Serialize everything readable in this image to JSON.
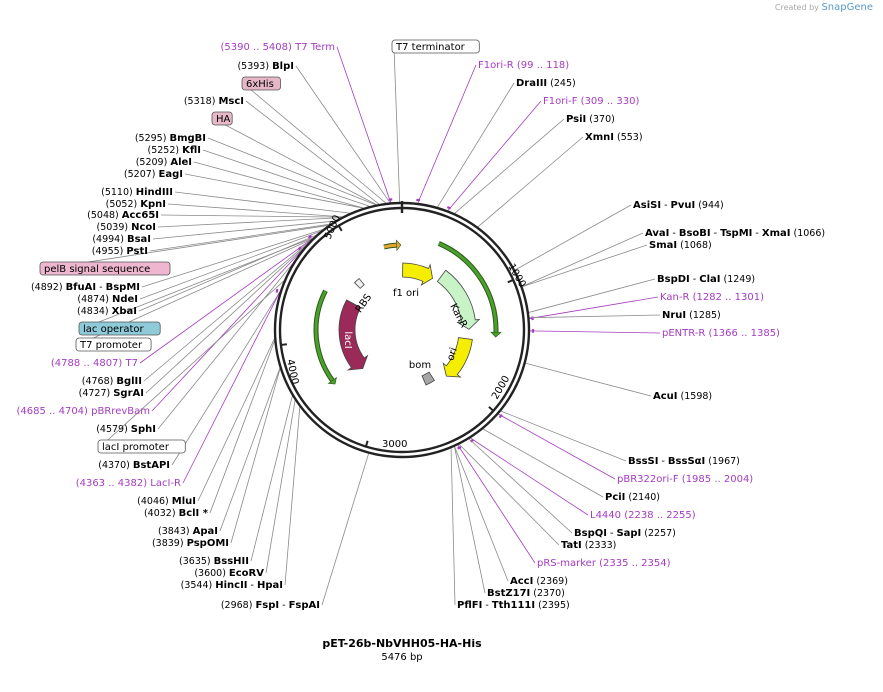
{
  "created_by": "Created by",
  "brand": "SnapGene",
  "plasmid": {
    "name": "pET-26b-NbVHH05-HA-His",
    "size": "5476 bp",
    "length": 5476
  },
  "colors": {
    "primer": "#a43cc0",
    "lacI": "#9c2a58",
    "f1ori": "#f5ee00",
    "ori": "#f5ee00",
    "kanR": "#c7f3c7",
    "bom": "#a5a5a5",
    "RBS": "#f0f0f0",
    "pelB": "#efb6cf",
    "lacOperator": "#8ecad8",
    "orange_arrow": "#e5a531",
    "green_arrow": "#4aa02c"
  },
  "ticks": [
    "1000",
    "2000",
    "3000",
    "4000",
    "5000"
  ],
  "features": [
    {
      "label": "f1 ori",
      "start": 10,
      "end": 465,
      "color": "#f5ee00"
    },
    {
      "label": "KanR",
      "start": 550,
      "end": 1360,
      "color": "#c7f3c7"
    },
    {
      "label": "ori",
      "start": 1485,
      "end": 2070,
      "color": "#f5ee00"
    },
    {
      "label": "bom",
      "start": 2240,
      "end": 2380,
      "color": "#a5a5a5"
    },
    {
      "label": "lacI",
      "start": 3430,
      "end": 4540,
      "color": "#9c2a58"
    },
    {
      "label": "RBS",
      "start": 4790,
      "end": 4870,
      "color": "#f0f0f0"
    }
  ],
  "labels": [
    {
      "type": "primer",
      "name": "T7 Term",
      "pos": "(5390 .. 5408)",
      "site": 5399
    },
    {
      "type": "box",
      "name": "T7 terminator",
      "site": 5460
    },
    {
      "type": "enzyme",
      "name": "BlpI",
      "pos": "(5393)",
      "site": 5393
    },
    {
      "type": "box",
      "name": "6xHis",
      "site": 5365
    },
    {
      "type": "enzyme",
      "name": "MscI",
      "pos": "(5318)",
      "site": 5318
    },
    {
      "type": "box",
      "name": "HA",
      "site": 5300
    },
    {
      "type": "enzyme",
      "name": "BmgBI",
      "pos": "(5295)",
      "site": 5295
    },
    {
      "type": "enzyme",
      "name": "KflI",
      "pos": "(5252)",
      "site": 5252
    },
    {
      "type": "enzyme",
      "name": "AleI",
      "pos": "(5209)",
      "site": 5209
    },
    {
      "type": "enzyme",
      "name": "EagI",
      "pos": "(5207)",
      "site": 5207
    },
    {
      "type": "enzyme",
      "name": "HindIII",
      "pos": "(5110)",
      "site": 5110
    },
    {
      "type": "enzyme",
      "name": "KpnI",
      "pos": "(5052)",
      "site": 5052
    },
    {
      "type": "enzyme",
      "name": "Acc65I",
      "pos": "(5048)",
      "site": 5048
    },
    {
      "type": "enzyme",
      "name": "NcoI",
      "pos": "(5039)",
      "site": 5039
    },
    {
      "type": "enzyme",
      "name": "BsaI",
      "pos": "(4994)",
      "site": 4994
    },
    {
      "type": "enzyme",
      "name": "PstI",
      "pos": "(4955)",
      "site": 4955
    },
    {
      "type": "box",
      "name": "pelB signal sequence",
      "site": 4940
    },
    {
      "type": "enzyme",
      "name": "BfuAI - BspMI",
      "pos": "(4892)",
      "site": 4892
    },
    {
      "type": "enzyme",
      "name": "NdeI",
      "pos": "(4874)",
      "site": 4874
    },
    {
      "type": "enzyme",
      "name": "XbaI",
      "pos": "(4834)",
      "site": 4834
    },
    {
      "type": "box",
      "name": "lac operator",
      "site": 4810
    },
    {
      "type": "box",
      "name": "T7 promoter",
      "site": 4795
    },
    {
      "type": "primer",
      "name": "T7",
      "pos": "(4788 .. 4807)",
      "site": 4797
    },
    {
      "type": "enzyme",
      "name": "BglII",
      "pos": "(4768)",
      "site": 4768
    },
    {
      "type": "enzyme",
      "name": "SgrAI",
      "pos": "(4727)",
      "site": 4727
    },
    {
      "type": "primer",
      "name": "pBRrevBam",
      "pos": "(4685 .. 4704)",
      "site": 4694
    },
    {
      "type": "enzyme",
      "name": "SphI",
      "pos": "(4579)",
      "site": 4579
    },
    {
      "type": "box",
      "name": "lacI promoter",
      "site": 4450
    },
    {
      "type": "enzyme",
      "name": "BstAPI",
      "pos": "(4370)",
      "site": 4370
    },
    {
      "type": "primer",
      "name": "LacI-R",
      "pos": "(4363 .. 4382)",
      "site": 4372
    },
    {
      "type": "enzyme",
      "name": "MluI",
      "pos": "(4046)",
      "site": 4046
    },
    {
      "type": "enzyme",
      "name": "BclI *",
      "pos": "(4032)",
      "site": 4032
    },
    {
      "type": "enzyme",
      "name": "ApaI",
      "pos": "(3843)",
      "site": 3843
    },
    {
      "type": "enzyme",
      "name": "PspOMI",
      "pos": "(3839)",
      "site": 3839
    },
    {
      "type": "enzyme",
      "name": "BssHII",
      "pos": "(3635)",
      "site": 3635
    },
    {
      "type": "enzyme",
      "name": "EcoRV",
      "pos": "(3600)",
      "site": 3600
    },
    {
      "type": "enzyme",
      "name": "HincII - HpaI",
      "pos": "(3544)",
      "site": 3544
    },
    {
      "type": "enzyme",
      "name": "FspI - FspAI",
      "pos": "(2968)",
      "site": 2968
    },
    {
      "type": "primer",
      "name": "F1ori-R",
      "pos": "(99 .. 118)",
      "site": 108
    },
    {
      "type": "enzyme",
      "name": "DraIII",
      "pos": "(245)",
      "site": 245
    },
    {
      "type": "primer",
      "name": "F1ori-F",
      "pos": "(309 .. 330)",
      "site": 320
    },
    {
      "type": "enzyme",
      "name": "PsiI",
      "pos": "(370)",
      "site": 370
    },
    {
      "type": "enzyme",
      "name": "XmnI",
      "pos": "(553)",
      "site": 553
    },
    {
      "type": "enzyme",
      "name": "AsiSI - PvuI",
      "pos": "(944)",
      "site": 944
    },
    {
      "type": "enzyme",
      "name": "AvaI - BsoBI - TspMI - XmaI",
      "pos": "(1066)",
      "site": 1066
    },
    {
      "type": "enzyme",
      "name": "SmaI",
      "pos": "(1068)",
      "site": 1068
    },
    {
      "type": "enzyme",
      "name": "BspDI - ClaI",
      "pos": "(1249)",
      "site": 1249
    },
    {
      "type": "primer",
      "name": "Kan-R",
      "pos": "(1282 .. 1301)",
      "site": 1291
    },
    {
      "type": "enzyme",
      "name": "NruI",
      "pos": "(1285)",
      "site": 1285
    },
    {
      "type": "primer",
      "name": "pENTR-R",
      "pos": "(1366 .. 1385)",
      "site": 1375
    },
    {
      "type": "enzyme",
      "name": "AcuI",
      "pos": "(1598)",
      "site": 1598
    },
    {
      "type": "enzyme",
      "name": "BssSI - BssSαI",
      "pos": "(1967)",
      "site": 1967
    },
    {
      "type": "primer",
      "name": "pBR322ori-F",
      "pos": "(1985 .. 2004)",
      "site": 1994
    },
    {
      "type": "enzyme",
      "name": "PciI",
      "pos": "(2140)",
      "site": 2140
    },
    {
      "type": "primer",
      "name": "L4440",
      "pos": "(2238 .. 2255)",
      "site": 2246
    },
    {
      "type": "enzyme",
      "name": "BspQI - SapI",
      "pos": "(2257)",
      "site": 2257
    },
    {
      "type": "enzyme",
      "name": "TatI",
      "pos": "(2333)",
      "site": 2333
    },
    {
      "type": "primer",
      "name": "pRS-marker",
      "pos": "(2335 .. 2354)",
      "site": 2344
    },
    {
      "type": "enzyme",
      "name": "AccI",
      "pos": "(2369)",
      "site": 2369
    },
    {
      "type": "enzyme",
      "name": "BstZ17I",
      "pos": "(2370)",
      "site": 2370
    },
    {
      "type": "enzyme",
      "name": "PflFI - Tth111I",
      "pos": "(2395)",
      "site": 2395
    }
  ]
}
